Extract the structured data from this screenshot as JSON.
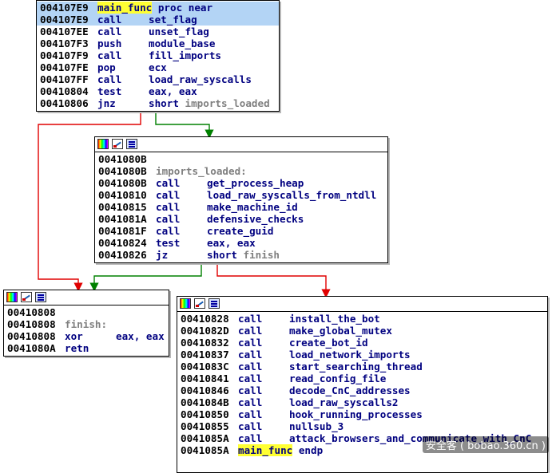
{
  "block1": {
    "lines": [
      {
        "addr": "004107E9",
        "label": "main_func",
        "rest": "proc near"
      },
      {
        "addr": "004107E9",
        "mnem": "call",
        "op": "set_flag"
      },
      {
        "addr": "004107EE",
        "mnem": "call",
        "op": "unset_flag"
      },
      {
        "addr": "004107F3",
        "mnem": "push",
        "op": "module_base"
      },
      {
        "addr": "004107F9",
        "mnem": "call",
        "op": "fill_imports"
      },
      {
        "addr": "004107FE",
        "mnem": "pop",
        "op": "ecx"
      },
      {
        "addr": "004107FF",
        "mnem": "call",
        "op": "load_raw_syscalls"
      },
      {
        "addr": "00410804",
        "mnem": "test",
        "op": "eax, eax"
      },
      {
        "addr": "00410806",
        "mnem": "jnz",
        "op": "short",
        "target": "imports_loaded"
      }
    ]
  },
  "block2": {
    "lines": [
      {
        "addr": "0041080B"
      },
      {
        "addr": "0041080B",
        "loclabel": "imports_loaded:"
      },
      {
        "addr": "0041080B",
        "mnem": "call",
        "op": "get_process_heap"
      },
      {
        "addr": "00410810",
        "mnem": "call",
        "op": "load_raw_syscalls_from_ntdll"
      },
      {
        "addr": "00410815",
        "mnem": "call",
        "op": "make_machine_id"
      },
      {
        "addr": "0041081A",
        "mnem": "call",
        "op": "defensive_checks"
      },
      {
        "addr": "0041081F",
        "mnem": "call",
        "op": "create_guid"
      },
      {
        "addr": "00410824",
        "mnem": "test",
        "op": "eax, eax"
      },
      {
        "addr": "00410826",
        "mnem": "jz",
        "op": "short",
        "target": "finish"
      }
    ]
  },
  "block3": {
    "lines": [
      {
        "addr": "00410808"
      },
      {
        "addr": "00410808",
        "loclabel": "finish:"
      },
      {
        "addr": "00410808",
        "mnem": "xor",
        "op": "eax, eax"
      },
      {
        "addr": "0041080A",
        "mnem": "retn"
      }
    ]
  },
  "block4": {
    "lines": [
      {
        "addr": "00410828",
        "mnem": "call",
        "op": "install_the_bot"
      },
      {
        "addr": "0041082D",
        "mnem": "call",
        "op": "make_global_mutex"
      },
      {
        "addr": "00410832",
        "mnem": "call",
        "op": "create_bot_id"
      },
      {
        "addr": "00410837",
        "mnem": "call",
        "op": "load_network_imports"
      },
      {
        "addr": "0041083C",
        "mnem": "call",
        "op": "start_searching_thread"
      },
      {
        "addr": "00410841",
        "mnem": "call",
        "op": "read_config_file"
      },
      {
        "addr": "00410846",
        "mnem": "call",
        "op": "decode_CnC_addresses"
      },
      {
        "addr": "0041084B",
        "mnem": "call",
        "op": "load_raw_syscalls2"
      },
      {
        "addr": "00410850",
        "mnem": "call",
        "op": "hook_running_processes"
      },
      {
        "addr": "00410855",
        "mnem": "call",
        "op": "nullsub_3"
      },
      {
        "addr": "0041085A",
        "mnem": "call",
        "op": "attack_browsers_and_communicate_with_CnC"
      },
      {
        "addr": "0041085A",
        "label": "main_func",
        "rest": "endp"
      }
    ]
  },
  "colors": {
    "true_edge": "#008000",
    "false_edge": "#e00000",
    "selection": "#b3d4f5",
    "highlight": "#ffff33",
    "mnemonic": "#000080",
    "label": "#808080"
  },
  "icons": [
    "color-palette-icon",
    "edit-pencil-icon",
    "graph-listing-icon"
  ],
  "watermark": "安全客 ( bobao.360.cn )"
}
